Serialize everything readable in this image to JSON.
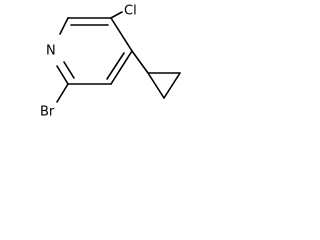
{
  "molecule": {
    "atoms": {
      "nitrogen": "N",
      "chlorine": "Cl",
      "bromine": "Br"
    }
  }
}
